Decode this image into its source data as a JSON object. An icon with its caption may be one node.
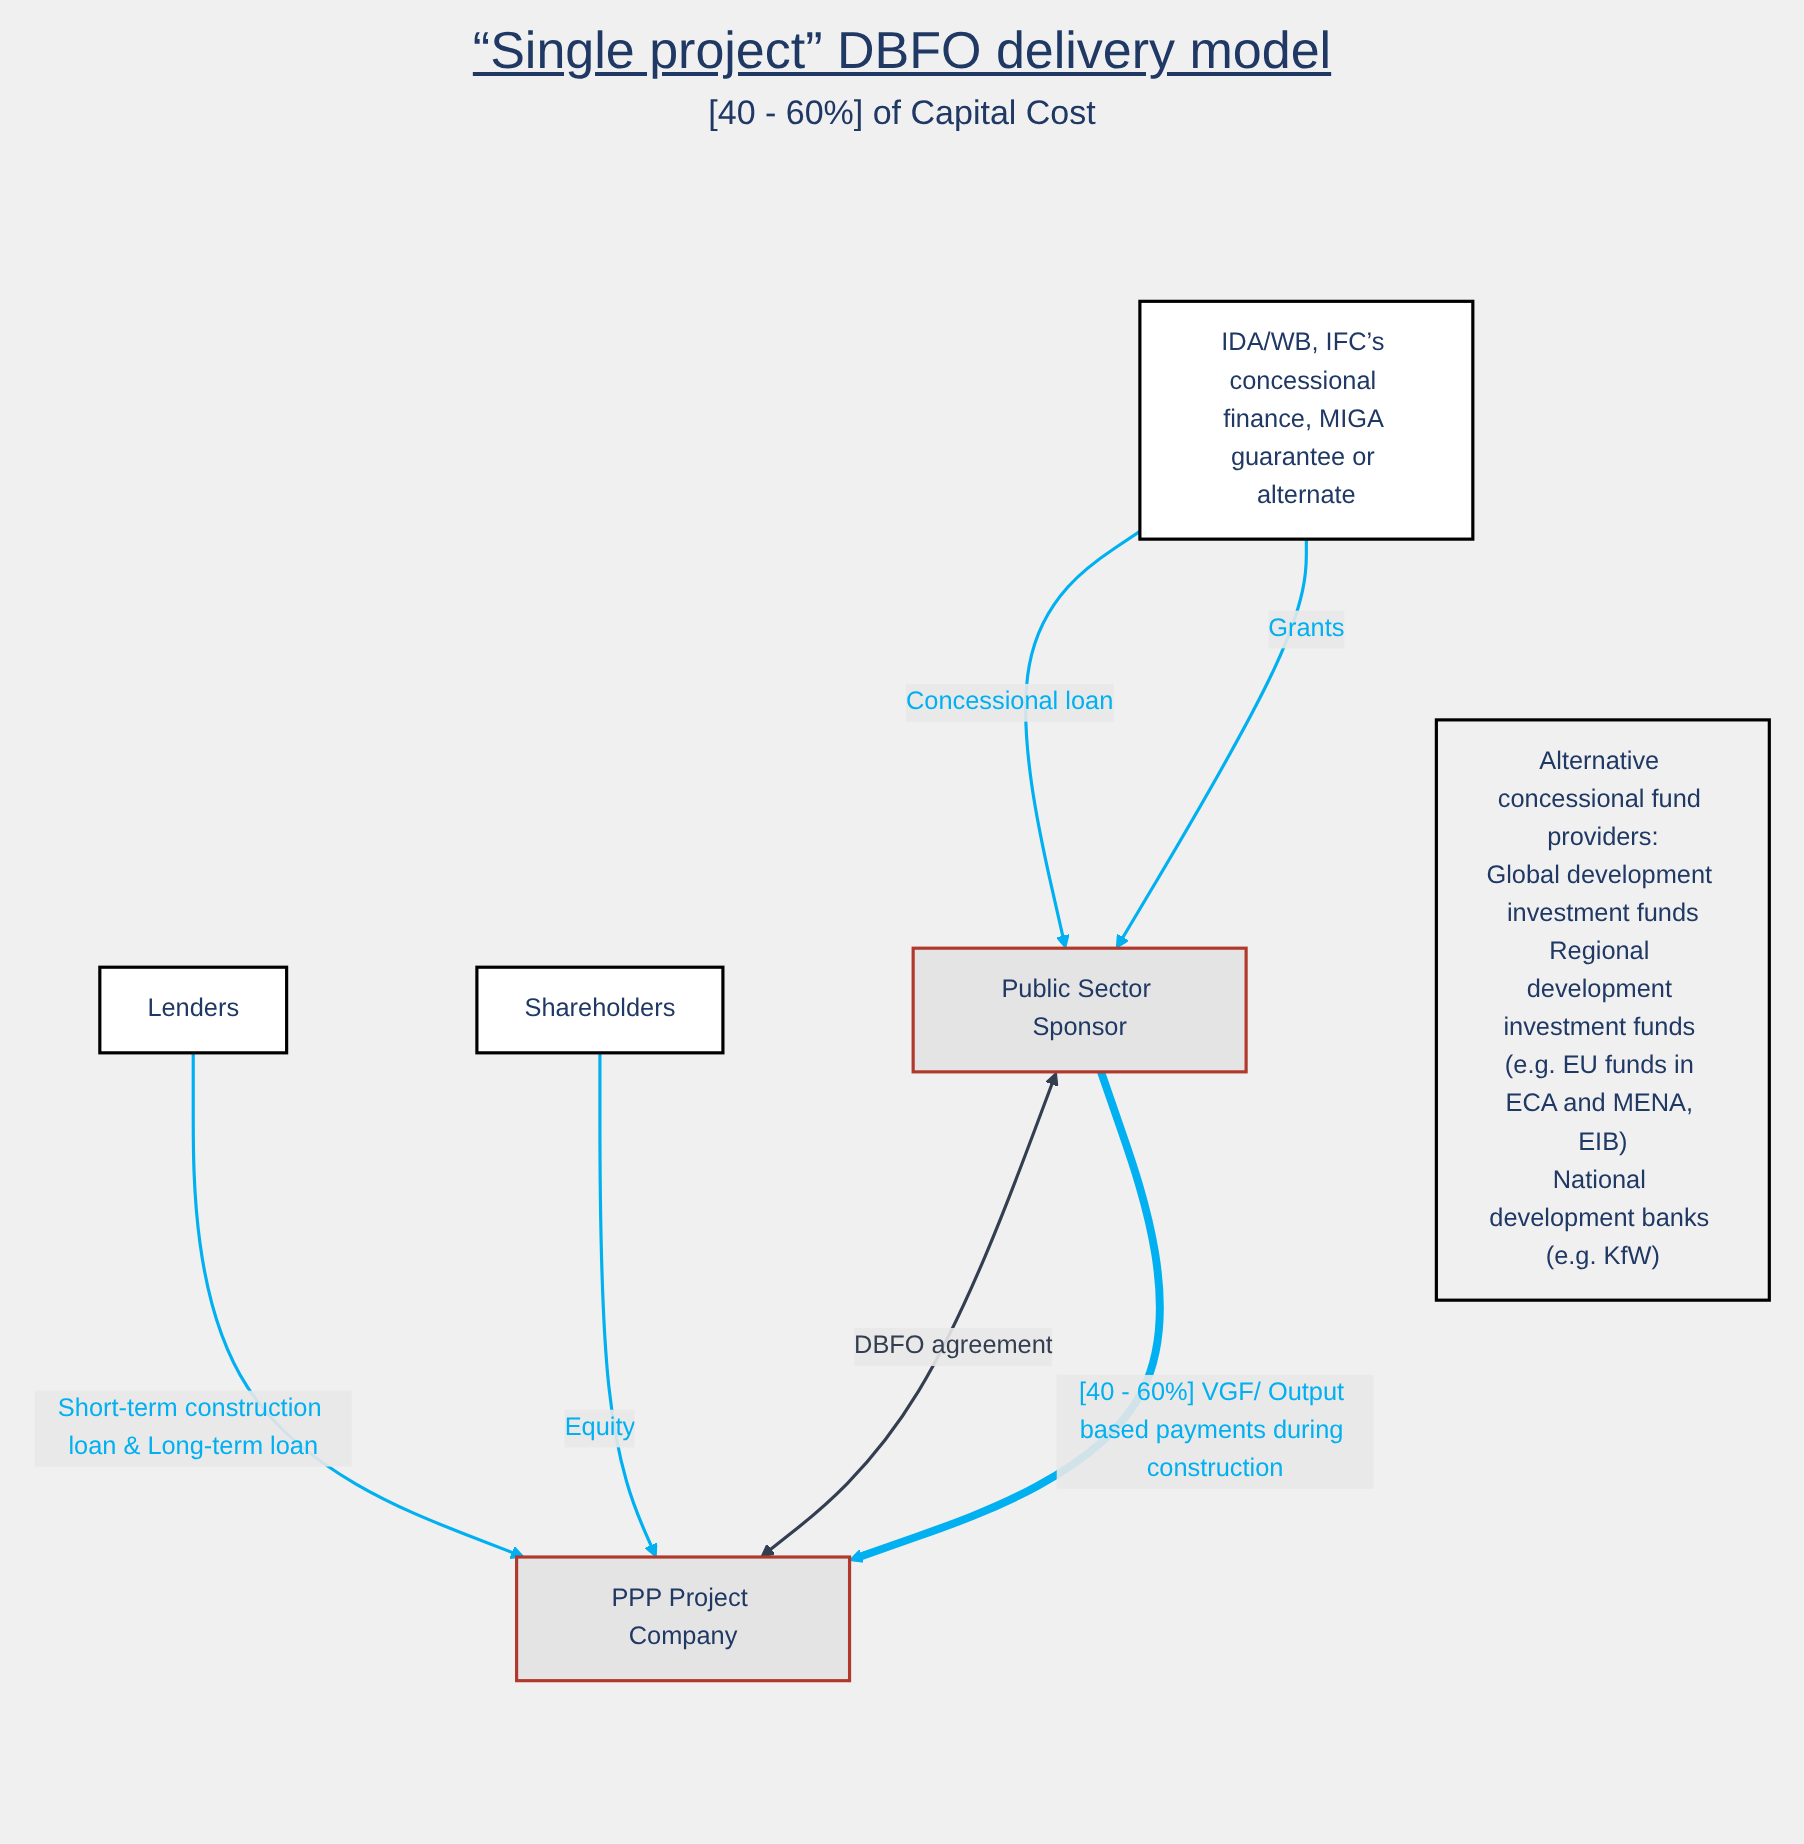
{
  "diagram": {
    "title": "“Single project” DBFO delivery model",
    "nodes": [
      {
        "text": [
          "Lenders"
        ]
      },
      {
        "text": [
          "Shareholders"
        ]
      },
      {
        "text": [
          "PPP Project Company"
        ]
      },
      {
        "text": [
          "Public Sector Sponsor"
        ]
      },
      {
        "text": [
          "IDA/WB, IFC’s concessional finance, MIGA guarantee or alternate"
        ]
      },
      {
        "text": [
          "Alternative concessional fund providers:",
          "Global development investment funds",
          "Regional development investment funds (e.g. EU funds in ECA and MENA, EIB)",
          "National development banks (e.g. KfW)"
        ]
      }
    ],
    "edges": [
      {
        "from": 0,
        "to": 2,
        "arrow": "to",
        "label": "Short-term construction loan & Long-term loan"
      },
      {
        "from": 1,
        "to": 2,
        "arrow": "to",
        "label": "Equity"
      },
      {
        "from": 3,
        "to": 2,
        "arrow": "both",
        "label": "DBFO agreement",
        "color": "#333f50"
      },
      {
        "from": 3,
        "to": 2,
        "arrow": "to",
        "label": "[40 - 60%] VGF/ Output based payments during construction",
        "style": "thick"
      },
      {
        "from": 4,
        "to": 3,
        "arrow": "to",
        "label": "Concessional loan"
      },
      {
        "from": 4,
        "to": 3,
        "arrow": "to",
        "label": "Grants"
      }
    ],
    "labels": [
      "[40 - 60%] of Capital Cost"
    ]
  }
}
